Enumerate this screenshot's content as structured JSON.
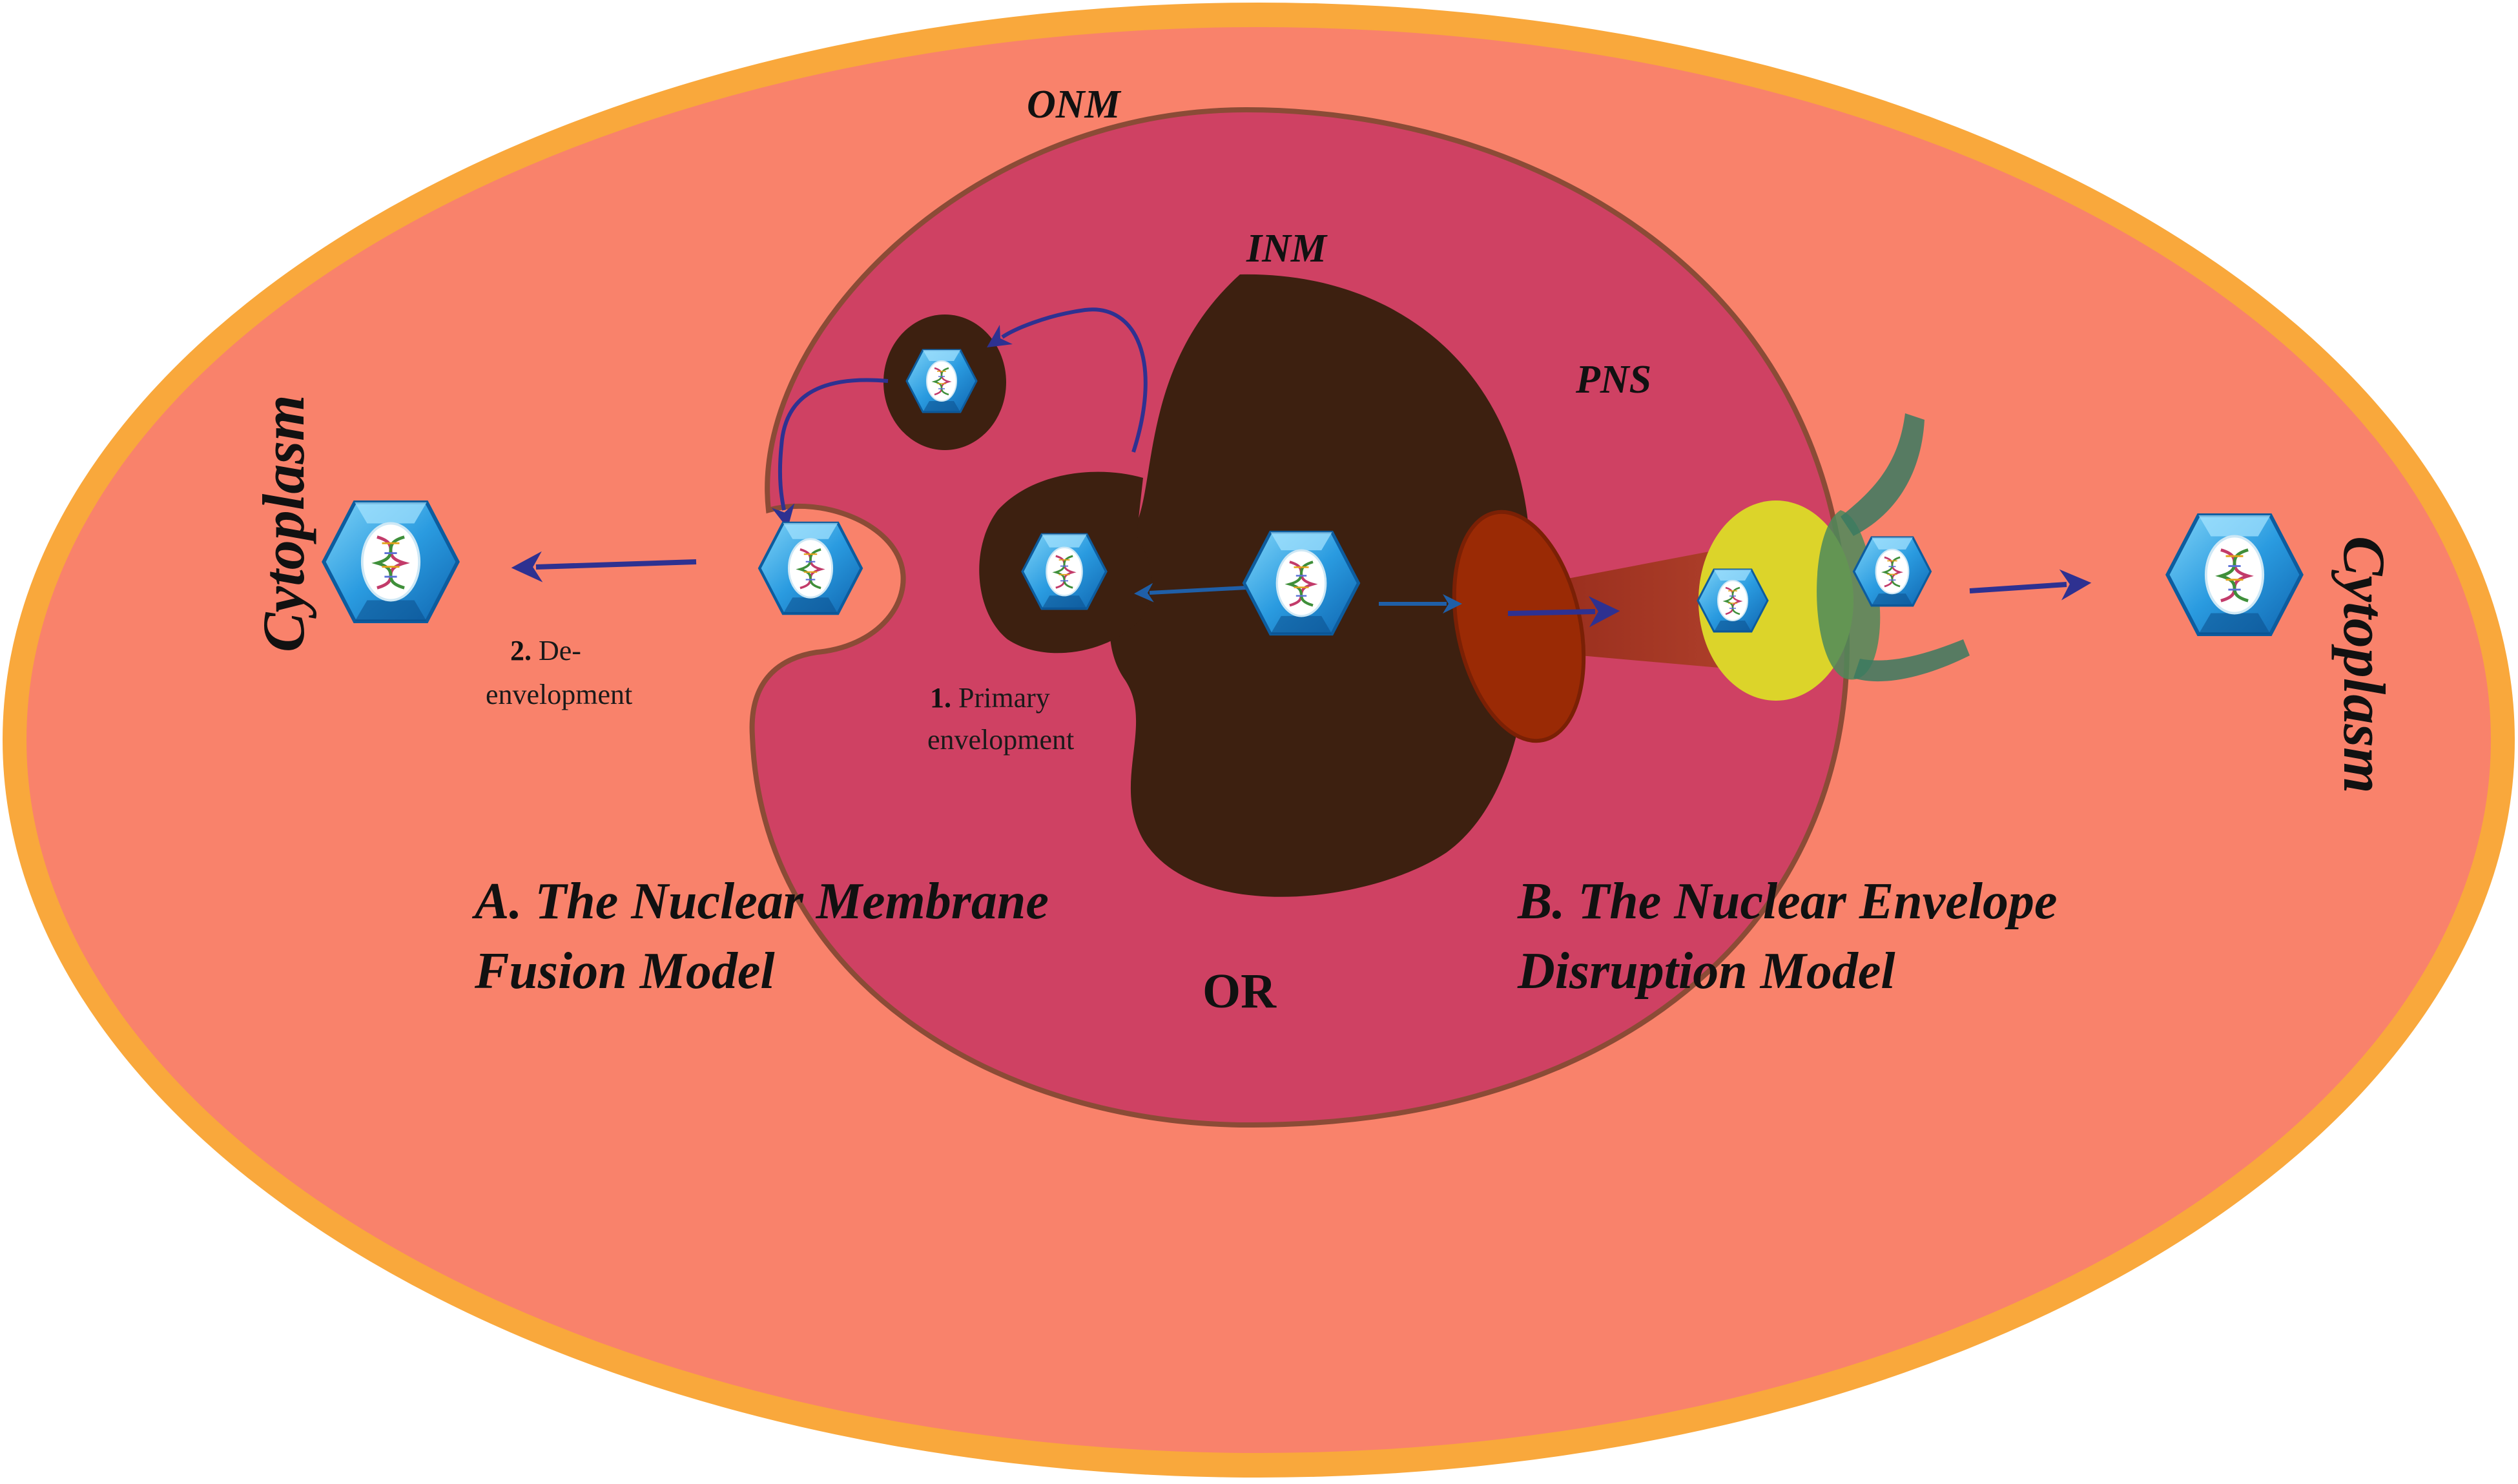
{
  "labels": {
    "onm": "ONM",
    "inm": "INM",
    "pns": "PNS",
    "cytoplasm_left": "Cytoplasm",
    "cytoplasm_right": "Cytoplasm",
    "step1_num": "1.",
    "step1_line1": "Primary",
    "step1_line2": "envelopment",
    "step2_num": "2.",
    "step2_line1": "De-",
    "step2_line2": "envelopment",
    "model_a_line1": "A. The Nuclear Membrane",
    "model_a_line2": "Fusion Model",
    "model_b_line1": "B. The Nuclear Envelope",
    "model_b_line2": "Disruption Model",
    "or": "OR"
  },
  "colors": {
    "cell_rim": "#f9a83c",
    "cytoplasm": "#f9826b",
    "perinuclear_space": "#cf4163",
    "membrane_line": "#8b4b36",
    "nucleoplasm": "#3d2010",
    "arrow_dark": "#2e3191",
    "arrow_blue": "#1f5fa8",
    "capsid_blue": "#1d8fd6",
    "pore_red": "#9a2a05",
    "pore_yellow": "#dcd42a",
    "pore_green": "#4e8a5a"
  },
  "icons": [
    "capsid-icon",
    "dna-icon",
    "arrow-icon",
    "nuclear-pore-icon"
  ]
}
